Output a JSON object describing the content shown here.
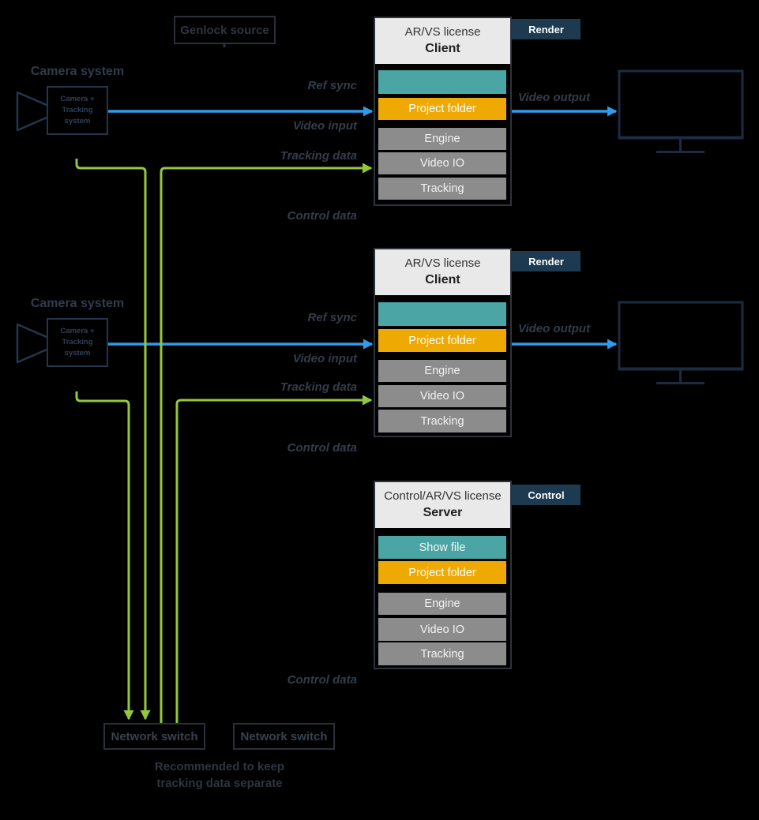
{
  "colors": {
    "background": "#000000",
    "video_blue": "#2f9bea",
    "tracking_green": "#93c83e",
    "teal_bar": "#4aa5a4",
    "amber_bar": "#eeaa02",
    "gray_bar": "#8c8c8c",
    "node_header_bg": "#e9e9e9",
    "tag_navy": "#1d3a50",
    "outline_navy": "#24364e"
  },
  "genlock": {
    "label": "Genlock source"
  },
  "cameras": [
    {
      "title": "Camera system",
      "device": {
        "line1": "Camera +",
        "line2": "Tracking",
        "line3": "system"
      }
    },
    {
      "title": "Camera system",
      "device": {
        "line1": "Camera +",
        "line2": "Tracking",
        "line3": "system"
      }
    }
  ],
  "nodes": [
    {
      "license": "AR/VS license",
      "role": "Client",
      "tag": "Render",
      "bars": {
        "top": "",
        "project": "Project folder",
        "engine": "Engine",
        "video_io": "Video IO",
        "tracking": "Tracking"
      },
      "labels": {
        "ref_sync": "Ref sync",
        "video_input": "Video input",
        "tracking_data": "Tracking data",
        "control_data": "Control data",
        "video_output": "Video output"
      }
    },
    {
      "license": "AR/VS license",
      "role": "Client",
      "tag": "Render",
      "bars": {
        "top": "",
        "project": "Project folder",
        "engine": "Engine",
        "video_io": "Video IO",
        "tracking": "Tracking"
      },
      "labels": {
        "ref_sync": "Ref sync",
        "video_input": "Video input",
        "tracking_data": "Tracking data",
        "control_data": "Control data",
        "video_output": "Video output"
      }
    },
    {
      "license": "Control/AR/VS license",
      "role": "Server",
      "tag": "Control",
      "bars": {
        "top": "Show file",
        "project": "Project folder",
        "engine": "Engine",
        "video_io": "Video IO",
        "tracking": "Tracking"
      },
      "labels": {
        "control_data": "Control data"
      }
    }
  ],
  "switches": [
    {
      "label": "Network switch"
    },
    {
      "label": "Network switch"
    }
  ],
  "caption": {
    "line1": "Recommended to keep",
    "line2": "tracking data separate"
  }
}
